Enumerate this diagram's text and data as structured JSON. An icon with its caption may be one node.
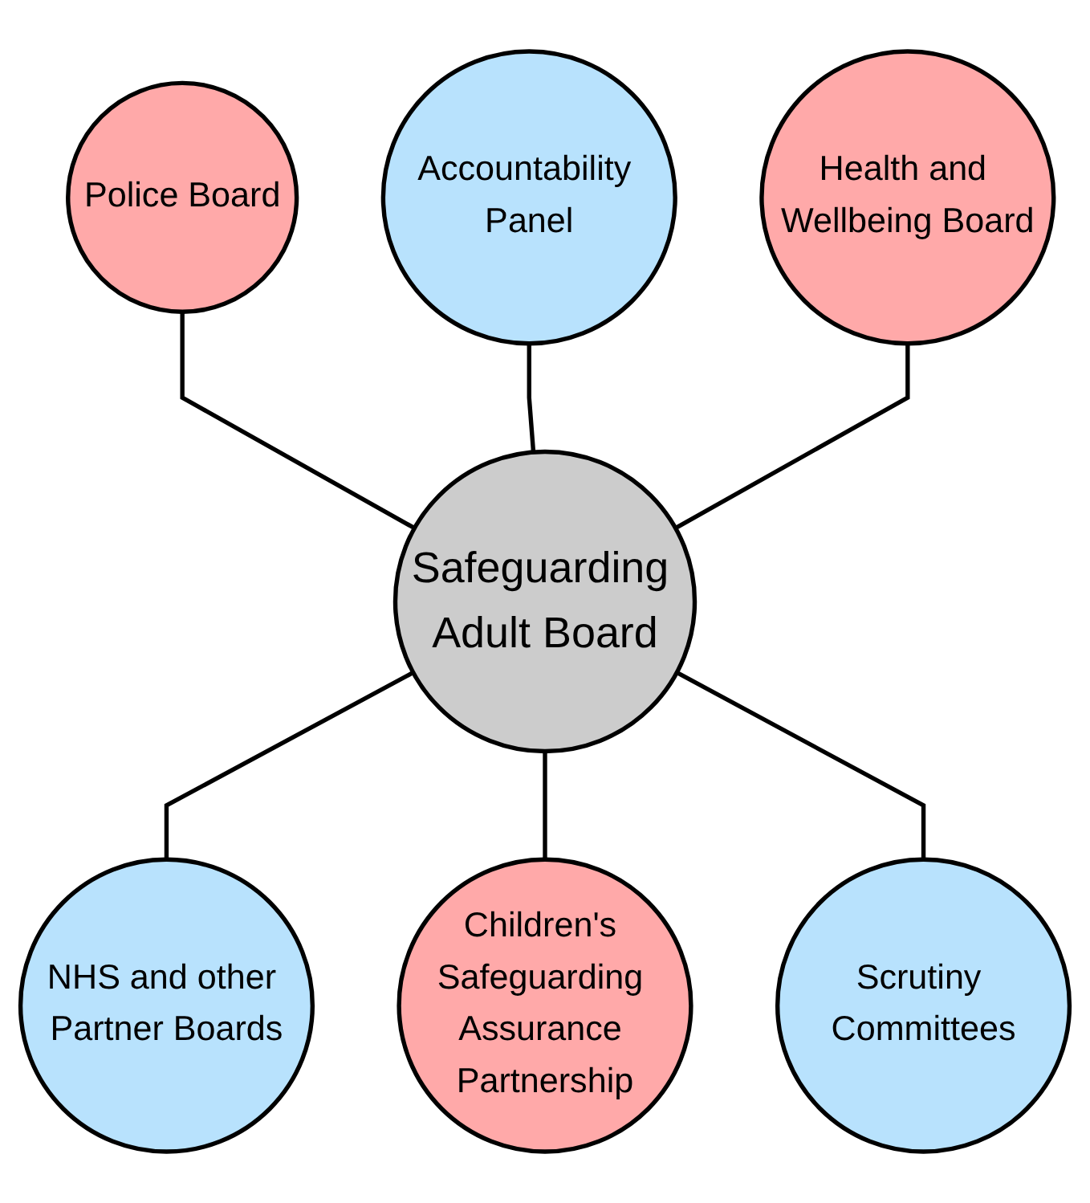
{
  "diagram": {
    "nodes": [
      {
        "text": [
          "Accountability Panel"
        ]
      },
      {
        "text": [
          "Police Board"
        ]
      },
      {
        "text": [
          "Health and Wellbeing Board"
        ]
      },
      {
        "text": [
          "Safeguarding Adult Board"
        ]
      },
      {
        "text": [
          "NHS and other Partner Boards"
        ]
      },
      {
        "text": [
          "Scrutiny Committees"
        ]
      },
      {
        "text": [
          "Children's Safeguarding Assurance Partnership"
        ]
      }
    ],
    "edges": [
      {
        "from": 1,
        "to": 3,
        "arrow": "none"
      },
      {
        "from": 0,
        "to": 3,
        "arrow": "none"
      },
      {
        "from": 2,
        "to": 3,
        "arrow": "none"
      },
      {
        "from": 3,
        "to": 4,
        "arrow": "none"
      },
      {
        "from": 3,
        "to": 6,
        "arrow": "none"
      },
      {
        "from": 3,
        "to": 5,
        "arrow": "none"
      }
    ]
  }
}
